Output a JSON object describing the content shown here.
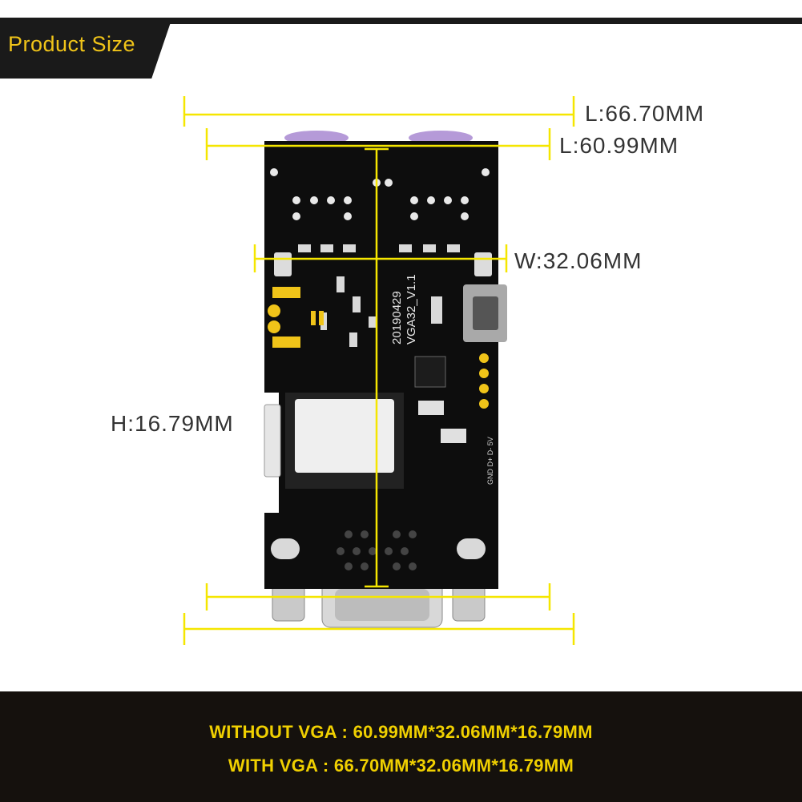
{
  "header": {
    "title": "Product Size"
  },
  "dimensions": {
    "length_with_vga": "L:66.70MM",
    "length_without_vga": "L:60.99MM",
    "width": "W:32.06MM",
    "height": "H:16.79MM"
  },
  "board": {
    "silkscreen_date": "20190429",
    "silkscreen_model": "VGA32_V1.1",
    "pin_labels": "GND D+ D- 5V"
  },
  "footer": {
    "without_vga": "WITHOUT VGA : 60.99MM*32.06MM*16.79MM",
    "with_vga": "WITH VGA : 66.70MM*32.06MM*16.79MM"
  },
  "colors": {
    "accent": "#f0c419",
    "dimension_line": "#f5e600",
    "footer_text": "#f0d000",
    "dark": "#1a1a1a",
    "pcb": "#0d0d0d"
  }
}
